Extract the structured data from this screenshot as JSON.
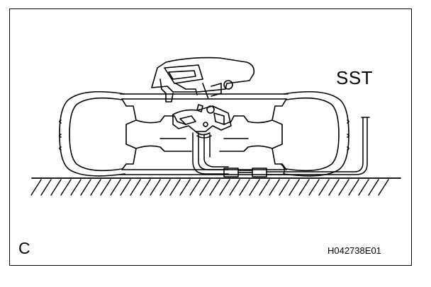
{
  "labels": {
    "tool": "SST",
    "view": "C",
    "reference": "H042738E01"
  },
  "colors": {
    "line": "#000000",
    "background": "#ffffff"
  }
}
